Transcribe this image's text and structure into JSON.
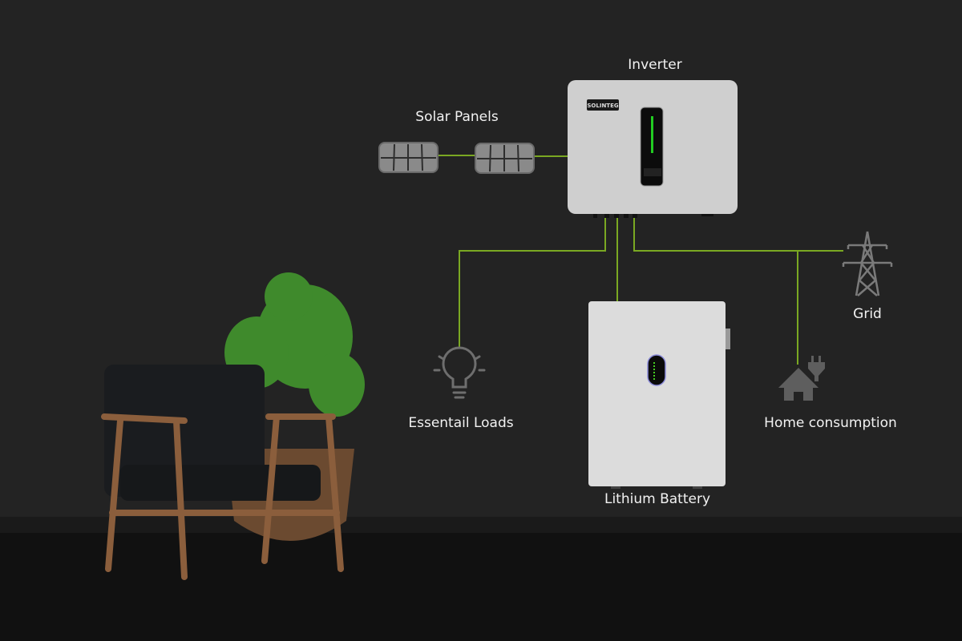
{
  "labels": {
    "inverter": "Inverter",
    "solar_panels": "Solar Panels",
    "essential_loads": "Essentail Loads",
    "lithium_battery": "Lithium Battery",
    "grid": "Grid",
    "home_consumption": "Home consumption"
  },
  "brand_logo": "SOLINTEG",
  "colors": {
    "background": "#232323",
    "wire": "#7aa822",
    "device": "#d8d8d8",
    "icon": "#6e6e6e",
    "inverter_led": "#22cc22"
  },
  "icons": [
    "solar-panel-icon",
    "lightbulb-icon",
    "power-pylon-icon",
    "home-plug-icon"
  ]
}
